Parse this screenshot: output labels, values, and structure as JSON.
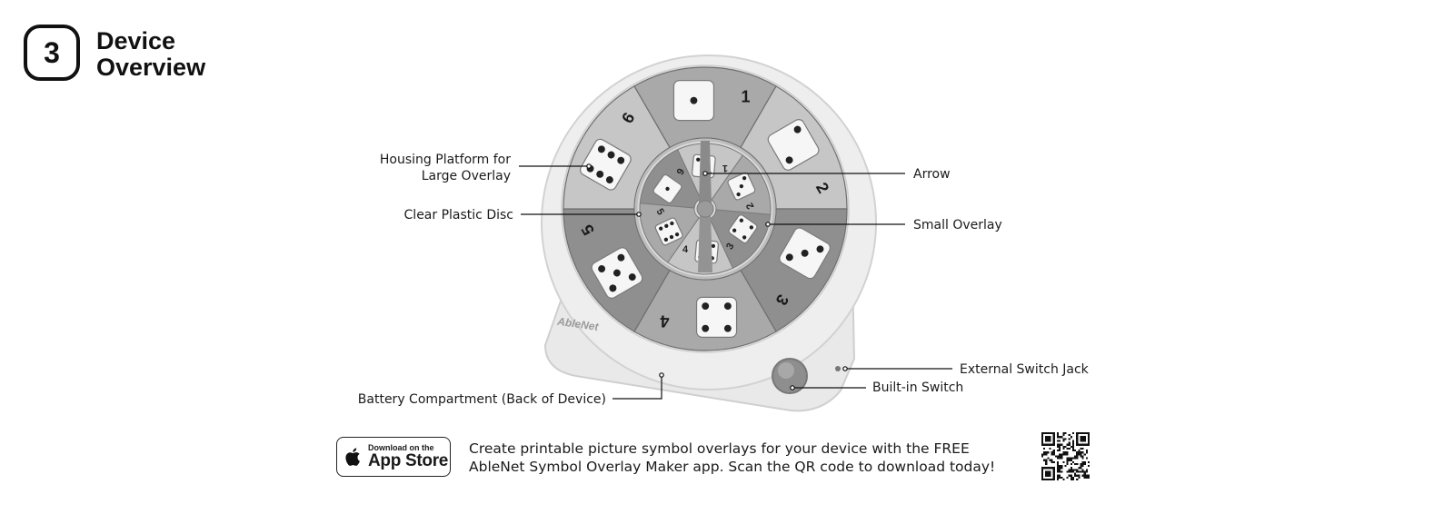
{
  "header": {
    "step_number": "3",
    "title_line1": "Device",
    "title_line2": "Overview"
  },
  "callouts": {
    "housing_line1": "Housing Platform for",
    "housing_line2": "Large Overlay",
    "clear_disc": "Clear Plastic Disc",
    "arrow": "Arrow",
    "small_overlay": "Small Overlay",
    "external_jack": "External Switch Jack",
    "builtin_switch": "Built-in Switch",
    "battery": "Battery Compartment (Back of Device)"
  },
  "device": {
    "brand": "AbleNet",
    "large_overlay_numbers": [
      "1",
      "2",
      "3",
      "4",
      "5",
      "6"
    ],
    "small_overlay_numbers": [
      "1",
      "2",
      "3",
      "4",
      "5",
      "6"
    ]
  },
  "footer": {
    "appstore_small": "Download on the",
    "appstore_big": "App Store",
    "promo_line1": "Create printable picture symbol overlays for your device with the FREE",
    "promo_line2": "AbleNet Symbol Overlay Maker app. Scan the QR code to download today!"
  },
  "colors": {
    "housing": "#eeeeee",
    "segment_dark": "#8f8f8f",
    "segment_mid": "#a9a9a9",
    "segment_light": "#c6c6c6",
    "die_face": "#f6f6f6",
    "text": "#1a1a1a"
  },
  "icons": {
    "appstore": "apple-logo-icon",
    "qr": "qr-code-icon"
  }
}
